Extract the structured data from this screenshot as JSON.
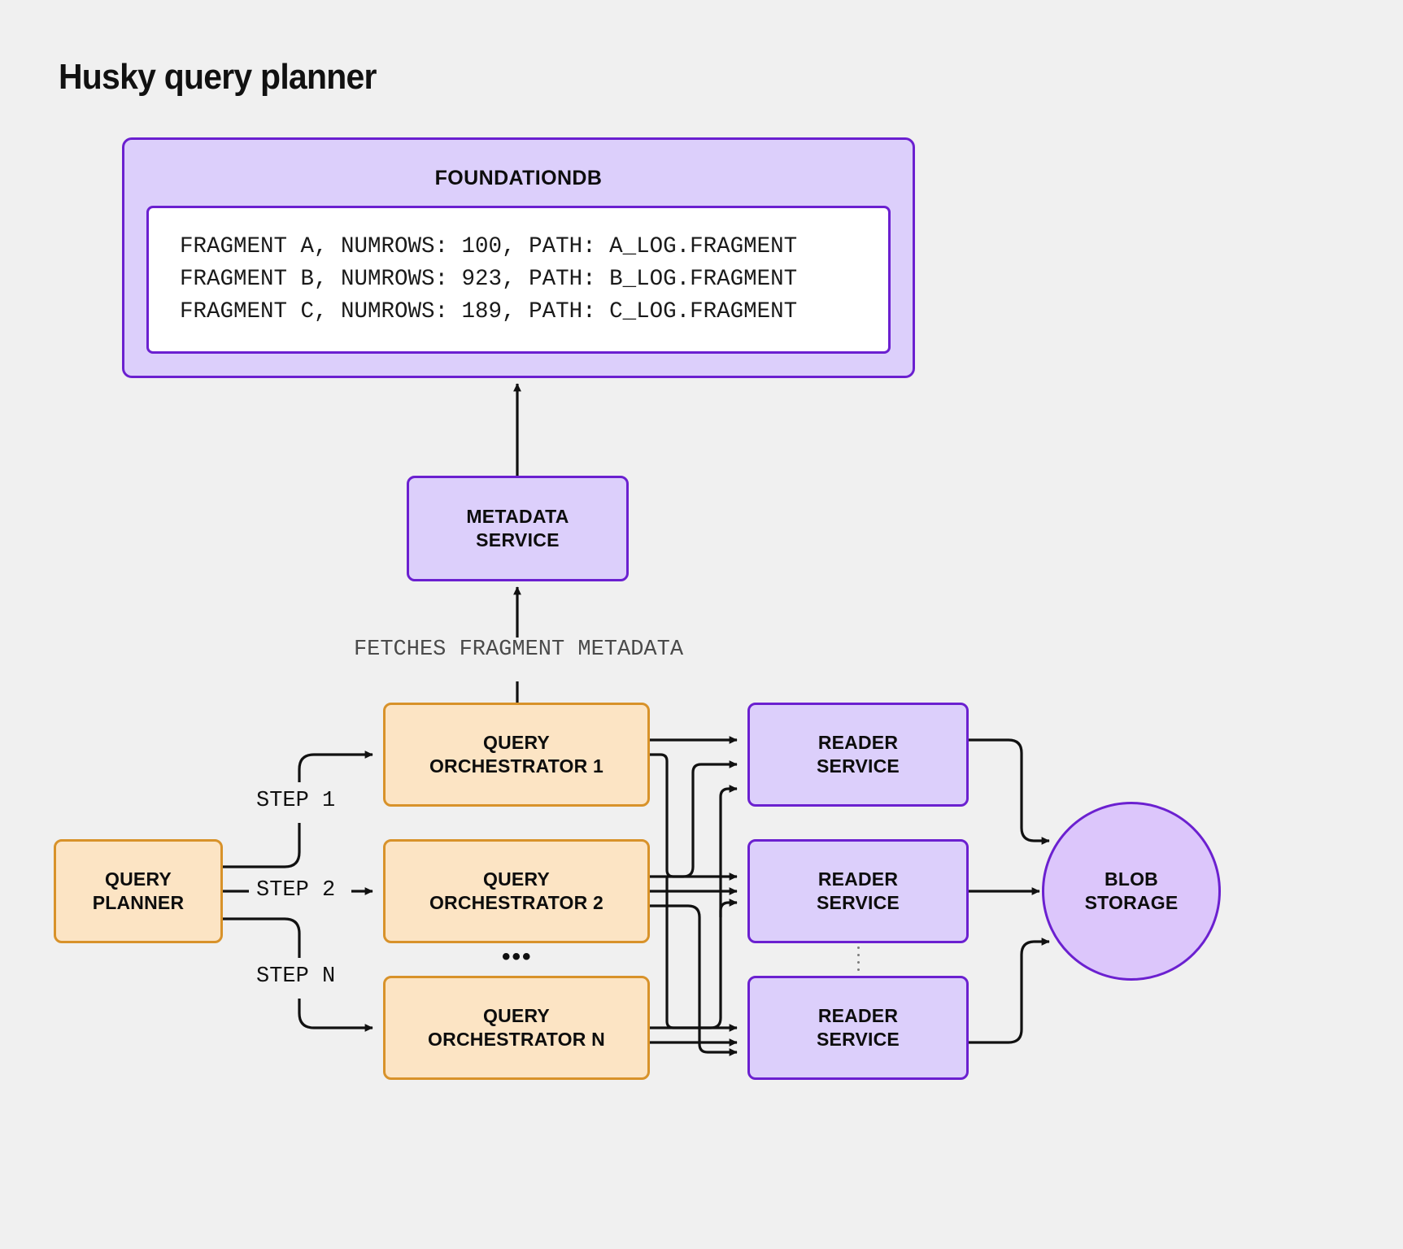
{
  "page": {
    "title": "Husky query planner",
    "background_color": "#f0f0f0"
  },
  "colors": {
    "purple_fill": "#dccffb",
    "purple_border": "#6b20d0",
    "orange_fill": "#fce4c4",
    "orange_border": "#d8922a",
    "white_fill": "#ffffff",
    "text": "#0d0d0d",
    "muted_text": "#4a4a4a",
    "edge": "#111111"
  },
  "foundationdb": {
    "title": "FOUNDATIONDB",
    "rows": [
      "FRAGMENT A, NUMROWS: 100, PATH: A_LOG.FRAGMENT",
      "FRAGMENT B, NUMROWS: 923, PATH: B_LOG.FRAGMENT",
      "FRAGMENT C, NUMROWS: 189, PATH: C_LOG.FRAGMENT"
    ],
    "fragments": [
      {
        "name": "FRAGMENT A",
        "numrows": 100,
        "path": "A_LOG.FRAGMENT"
      },
      {
        "name": "FRAGMENT B",
        "numrows": 923,
        "path": "B_LOG.FRAGMENT"
      },
      {
        "name": "FRAGMENT C",
        "numrows": 189,
        "path": "C_LOG.FRAGMENT"
      }
    ]
  },
  "metadata_service": {
    "line1": "METADATA",
    "line2": "SERVICE"
  },
  "edge_labels": {
    "fetches_fragment_metadata": "FETCHES FRAGMENT METADATA",
    "step1": "STEP 1",
    "step2": "STEP 2",
    "stepN": "STEP N"
  },
  "query_planner": {
    "line1": "QUERY",
    "line2": "PLANNER"
  },
  "orchestrators": [
    {
      "line1": "QUERY",
      "line2": "ORCHESTRATOR 1"
    },
    {
      "line1": "QUERY",
      "line2": "ORCHESTRATOR 2"
    },
    {
      "line1": "QUERY",
      "line2": "ORCHESTRATOR N"
    }
  ],
  "orchestrator_ellipsis": "•••",
  "readers": [
    {
      "line1": "READER",
      "line2": "SERVICE"
    },
    {
      "line1": "READER",
      "line2": "SERVICE"
    },
    {
      "line1": "READER",
      "line2": "SERVICE"
    }
  ],
  "blob_storage": {
    "line1": "BLOB",
    "line2": "STORAGE"
  }
}
